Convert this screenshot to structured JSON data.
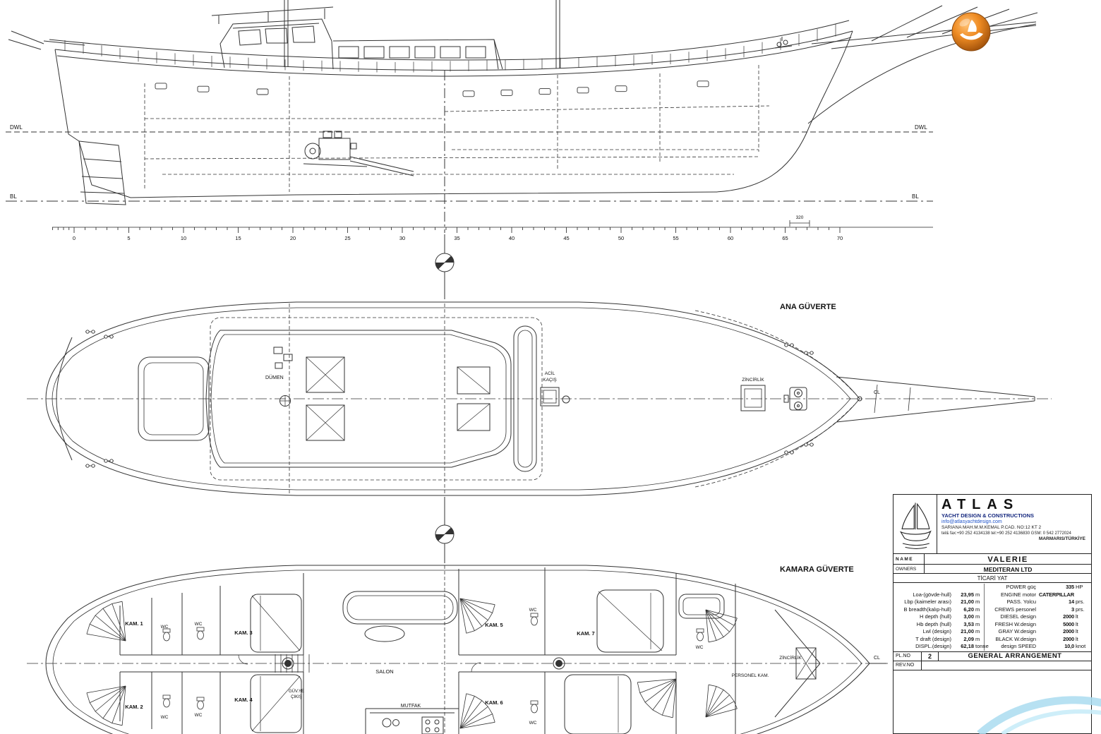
{
  "profile": {
    "dwl": "DWL",
    "bl": "BL",
    "dim_320": "320",
    "scale_ticks": [
      "0",
      "5",
      "10",
      "15",
      "20",
      "25",
      "30",
      "35",
      "40",
      "45",
      "50",
      "55",
      "60",
      "65",
      "70"
    ]
  },
  "main_deck": {
    "title": "ANA GÜVERTE",
    "helm": "DÜMEN",
    "escape_line1": "ACİL",
    "escape_line2": "KAÇIŞ",
    "chain_locker": "ZİNCİRLİK",
    "cl": "CL"
  },
  "cabin_deck": {
    "title": "KAMARA GÜVERTE",
    "cabins": [
      "KAM. 1",
      "KAM. 2",
      "KAM. 3",
      "KAM. 4",
      "KAM. 5",
      "KAM. 6",
      "KAM. 7"
    ],
    "wc": "WC",
    "salon": "SALON",
    "galley": "MUTFAK",
    "deck_exit_line1": "GÜV.YE",
    "deck_exit_line2": "ÇIKIŞ",
    "crew_cabin": "PERSONEL KAM.",
    "chain_locker": "ZİNCİRLİK",
    "cl": "CL"
  },
  "title_block": {
    "company": "ATLAS",
    "subtitle": "YACHT DESIGN & CONSTRUCTIONS",
    "email": "info@atlasyachtdesign.com",
    "address": "SARIANA MAH.M.M.KEMAL P.CAD. NO:12 KT 2",
    "phone": "tel& fax:+90 252 4134138 tel:+90 252 4136830 GSM: 0 542 2772024",
    "city": "MARMARIS/TÜRKİYE",
    "name_label": "NAME",
    "name_value": "VALERIE",
    "owners_label": "OWNERS",
    "owners_value": "MEDITERAN LTD",
    "type": "TİCARİ YAT",
    "specs": [
      {
        "ll": "",
        "lv": "",
        "lu": "",
        "rl": "POWER güç",
        "rv": "335",
        "ru": "HP"
      },
      {
        "ll": "Loa-(gövde-hull)",
        "lv": "23,95",
        "lu": "m",
        "rl": "ENGINE motor",
        "rv": "CATERPILLAR",
        "ru": ""
      },
      {
        "ll": "Lbp (kaimeler arası)",
        "lv": "21,00",
        "lu": "m",
        "rl": "PASS. Yolcu",
        "rv": "14",
        "ru": "prs."
      },
      {
        "ll": "B breadth(kalıp-hull)",
        "lv": "6,20",
        "lu": "m",
        "rl": "CREWS personel",
        "rv": "3",
        "ru": "prs."
      },
      {
        "ll": "H depth (hull)",
        "lv": "3,00",
        "lu": "m",
        "rl": "DIESEL design",
        "rv": "2000",
        "ru": "lt"
      },
      {
        "ll": "Hb depth (hull)",
        "lv": "3,53",
        "lu": "m",
        "rl": "FRESH W.design",
        "rv": "5000",
        "ru": "lt"
      },
      {
        "ll": "Lwl (design)",
        "lv": "21,00",
        "lu": "m",
        "rl": "GRAY W.design",
        "rv": "2000",
        "ru": "lt"
      },
      {
        "ll": "T draft (design)",
        "lv": "2,09",
        "lu": "m",
        "rl": "BLACK W.design",
        "rv": "2000",
        "ru": "lt"
      },
      {
        "ll": "DISPL.(design)",
        "lv": "62,18",
        "lu": "tonne",
        "rl": "design SPEED",
        "rv": "10,0",
        "ru": "knot"
      }
    ],
    "pl_no_label": "PL.NO",
    "pl_no_value": "2",
    "drawing_title": "GENERAL ARRANGEMENT",
    "rev_no_label": "REV.NO"
  }
}
